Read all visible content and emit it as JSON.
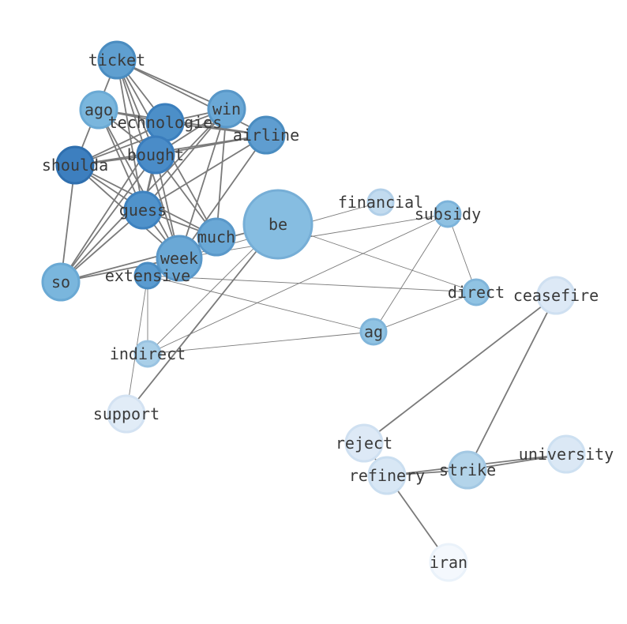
{
  "colors": {
    "edge": "#7a7a7a",
    "label": "#3a3a3a",
    "background": "#ffffff"
  },
  "nodes": [
    {
      "id": "ticket",
      "label": "ticket",
      "color": "#5f9fd0",
      "stroke": "#4a8cc0"
    },
    {
      "id": "ago",
      "label": "ago",
      "color": "#7ab6dd",
      "stroke": "#6aa9d4"
    },
    {
      "id": "technologies",
      "label": "technologies",
      "color": "#4c8fc8",
      "stroke": "#3b7fbd"
    },
    {
      "id": "win",
      "label": "win",
      "color": "#6aa8d6",
      "stroke": "#5897c8"
    },
    {
      "id": "airline",
      "label": "airline",
      "color": "#5f9dd0",
      "stroke": "#4a8cc0"
    },
    {
      "id": "bought",
      "label": "bought",
      "color": "#4a8cc8",
      "stroke": "#3a7dbd"
    },
    {
      "id": "shoulda",
      "label": "shoulda",
      "color": "#3d7fbf",
      "stroke": "#2f6fae"
    },
    {
      "id": "guess",
      "label": "guess",
      "color": "#4f92cb",
      "stroke": "#3e82bf"
    },
    {
      "id": "much",
      "label": "much",
      "color": "#6aa8d6",
      "stroke": "#5a98c9"
    },
    {
      "id": "week",
      "label": "week",
      "color": "#6aa8d6",
      "stroke": "#5a98c9"
    },
    {
      "id": "be",
      "label": "be",
      "color": "#86bde1",
      "stroke": "#76aed6"
    },
    {
      "id": "financial",
      "label": "financial",
      "color": "#c2dbef",
      "stroke": "#b1cfe8"
    },
    {
      "id": "subsidy",
      "label": "subsidy",
      "color": "#8ec1e2",
      "stroke": "#7cb3da"
    },
    {
      "id": "so",
      "label": "so",
      "color": "#7ab6dd",
      "stroke": "#6aa9d4"
    },
    {
      "id": "extensive",
      "label": "extensive",
      "color": "#5a9bd0",
      "stroke": "#4a8cc2"
    },
    {
      "id": "direct",
      "label": "direct",
      "color": "#90c3e3",
      "stroke": "#80b5da"
    },
    {
      "id": "ceasefire",
      "label": "ceasefire",
      "color": "#dde9f6",
      "stroke": "#cfe0f1"
    },
    {
      "id": "ag",
      "label": "ag",
      "color": "#90c3e3",
      "stroke": "#80b5da"
    },
    {
      "id": "indirect",
      "label": "indirect",
      "color": "#a9cfe8",
      "stroke": "#99c3e1"
    },
    {
      "id": "support",
      "label": "support",
      "color": "#e1ecf7",
      "stroke": "#d3e2f2"
    },
    {
      "id": "reject",
      "label": "reject",
      "color": "#dde9f6",
      "stroke": "#cfe0f1"
    },
    {
      "id": "university",
      "label": "university",
      "color": "#dbe8f5",
      "stroke": "#cde0f1"
    },
    {
      "id": "refinery",
      "label": "refinery",
      "color": "#d8e7f5",
      "stroke": "#cadef0"
    },
    {
      "id": "strike",
      "label": "strike",
      "color": "#b3d4ea",
      "stroke": "#a3c8e3"
    },
    {
      "id": "iran",
      "label": "iran",
      "color": "#f4f8fd",
      "stroke": "#eaf2fa"
    }
  ],
  "edges": [
    [
      "ticket",
      "technologies"
    ],
    [
      "ticket",
      "win"
    ],
    [
      "ticket",
      "airline"
    ],
    [
      "ticket",
      "bought"
    ],
    [
      "ticket",
      "shoulda"
    ],
    [
      "ticket",
      "guess"
    ],
    [
      "ticket",
      "much"
    ],
    [
      "ticket",
      "week"
    ],
    [
      "ago",
      "technologies"
    ],
    [
      "ago",
      "airline"
    ],
    [
      "ago",
      "bought"
    ],
    [
      "ago",
      "guess"
    ],
    [
      "ago",
      "week"
    ],
    [
      "technologies",
      "win"
    ],
    [
      "technologies",
      "airline"
    ],
    [
      "technologies",
      "bought"
    ],
    [
      "technologies",
      "shoulda"
    ],
    [
      "technologies",
      "guess"
    ],
    [
      "technologies",
      "so"
    ],
    [
      "win",
      "bought"
    ],
    [
      "win",
      "shoulda"
    ],
    [
      "win",
      "guess"
    ],
    [
      "win",
      "much"
    ],
    [
      "win",
      "so"
    ],
    [
      "win",
      "week"
    ],
    [
      "airline",
      "bought"
    ],
    [
      "airline",
      "shoulda"
    ],
    [
      "airline",
      "guess"
    ],
    [
      "airline",
      "week"
    ],
    [
      "bought",
      "shoulda"
    ],
    [
      "bought",
      "guess"
    ],
    [
      "bought",
      "much"
    ],
    [
      "bought",
      "week"
    ],
    [
      "bought",
      "so"
    ],
    [
      "shoulda",
      "guess"
    ],
    [
      "shoulda",
      "much"
    ],
    [
      "shoulda",
      "week"
    ],
    [
      "shoulda",
      "so"
    ],
    [
      "guess",
      "much"
    ],
    [
      "guess",
      "week"
    ],
    [
      "guess",
      "so"
    ],
    [
      "much",
      "week"
    ],
    [
      "week",
      "so"
    ],
    [
      "so",
      "be"
    ],
    [
      "be",
      "support"
    ],
    [
      "ceasefire",
      "reject"
    ],
    [
      "ceasefire",
      "strike"
    ],
    [
      "reject",
      "refinery"
    ],
    [
      "refinery",
      "iran"
    ],
    [
      "refinery",
      "university"
    ],
    [
      "strike",
      "university"
    ],
    [
      "refinery",
      "strike"
    ]
  ],
  "thin_edges": [
    [
      "week",
      "financial"
    ],
    [
      "week",
      "subsidy"
    ],
    [
      "extensive",
      "direct"
    ],
    [
      "extensive",
      "ag"
    ],
    [
      "extensive",
      "indirect"
    ],
    [
      "extensive",
      "support"
    ],
    [
      "be",
      "direct"
    ],
    [
      "be",
      "indirect"
    ],
    [
      "subsidy",
      "direct"
    ],
    [
      "subsidy",
      "ag"
    ],
    [
      "subsidy",
      "indirect"
    ],
    [
      "ag",
      "direct"
    ],
    [
      "ag",
      "indirect"
    ]
  ]
}
